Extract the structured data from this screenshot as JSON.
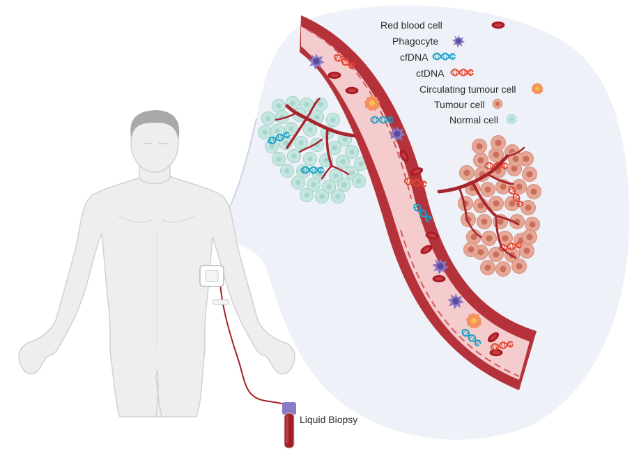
{
  "legend": {
    "red_blood_cell": "Red blood cell",
    "phagocyte": "Phagocyte",
    "cfdna": "cfDNA",
    "ctdna": "ctDNA",
    "circulating_tumour_cell": "Circulating tumour cell",
    "tumour_cell": "Tumour cell",
    "normal_cell": "Normal cell"
  },
  "biopsy": {
    "label": "Liquid Biopsy"
  },
  "colors": {
    "vessel_wall": "#b8343b",
    "vessel_lumen": "#f6cfd0",
    "red_blood_cell": "#b5222b",
    "phagocyte": "#8b76c2",
    "cfdna": "#1ba3c6",
    "ctdna": "#e8452c",
    "circulating_tumour_cell": "#f59262",
    "tumour_cell": "#e3a493",
    "normal_cell": "#c3e4df",
    "bubble": "#eef2f8",
    "body": "#eeeeee"
  }
}
